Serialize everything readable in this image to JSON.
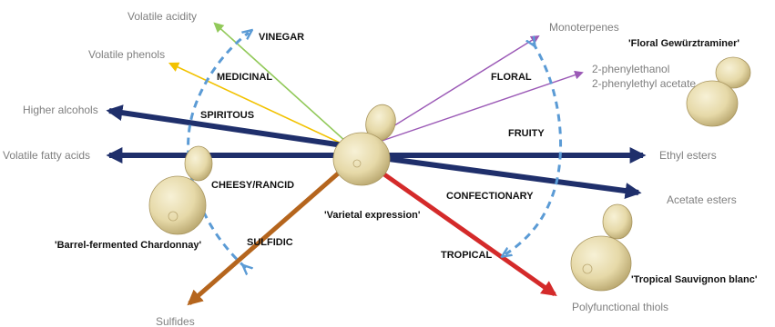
{
  "center_label": "'Varietal expression'",
  "compounds": {
    "volatile_acidity": "Volatile acidity",
    "volatile_phenols": "Volatile phenols",
    "higher_alcohols": "Higher alcohols",
    "volatile_fatty_acids": "Volatile fatty acids",
    "sulfides": "Sulfides",
    "monoterpenes": "Monoterpenes",
    "phenylethanol_line1": "2-phenylethanol",
    "phenylethanol_line2": "2-phenylethyl acetate",
    "ethyl_esters": "Ethyl esters",
    "acetate_esters": "Acetate esters",
    "polyfunctional_thiols": "Polyfunctional thiols"
  },
  "descriptors": {
    "vinegar": "VINEGAR",
    "medicinal": "MEDICINAL",
    "spiritous": "SPIRITOUS",
    "cheesy_rancid": "CHEESY/RANCID",
    "sulfidic": "SULFIDIC",
    "floral": "FLORAL",
    "fruity": "FRUITY",
    "confectionary": "CONFECTIONARY",
    "tropical": "TROPICAL"
  },
  "wine_styles": {
    "gewurztraminer": "'Floral Gewürztraminer'",
    "chardonnay": "'Barrel-fermented Chardonnay'",
    "sauvignon": "'Tropical Sauvignon blanc'"
  },
  "colors": {
    "navy": "#1f2f6b",
    "green": "#92c95a",
    "yellow": "#f2c200",
    "purple": "#9b59b6",
    "brown": "#b5651d",
    "red": "#d42a2a",
    "dashed_blue": "#5b9bd5",
    "yeast": "#e8ddb0",
    "label_grey": "#7f7f7f"
  }
}
